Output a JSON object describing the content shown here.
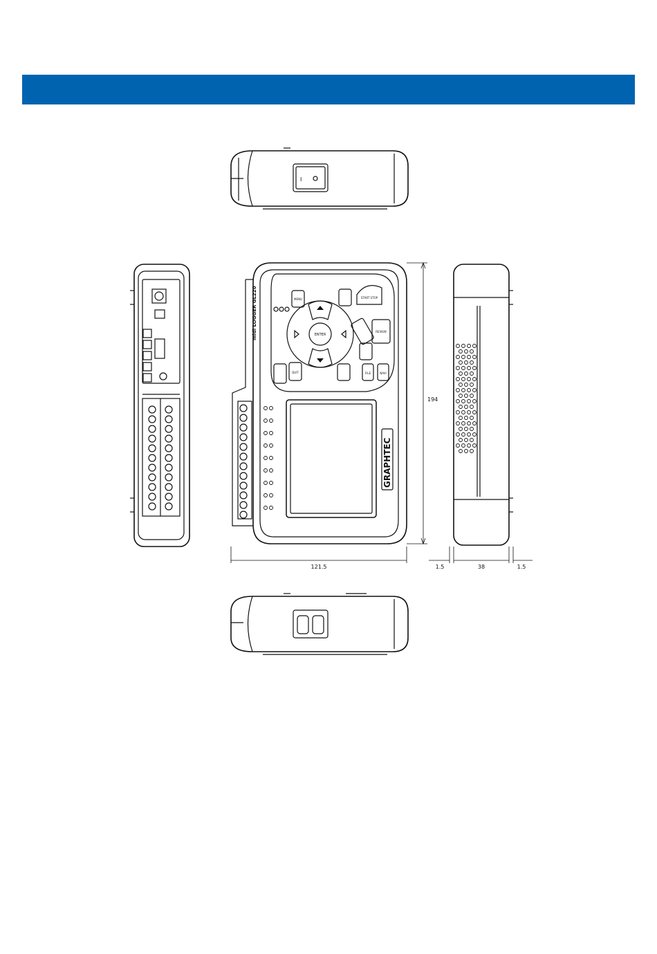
{
  "header": {
    "color": "#0063b0"
  },
  "drawing": {
    "brand": "GRAPHTEC",
    "model_text": "midi LOGGER GL220",
    "dimensions": {
      "height": "194",
      "width": "121.5",
      "depth_side_a": "1.5",
      "depth": "38",
      "depth_side_b": "1.5"
    },
    "buttons": {
      "start_stop": "START STOP",
      "menu": "MENU",
      "enter": "ENTER",
      "quit": "QUIT",
      "review": "REVIEW",
      "file": "FILE",
      "navi": "NAVI"
    },
    "stroke_color": "#111111"
  }
}
